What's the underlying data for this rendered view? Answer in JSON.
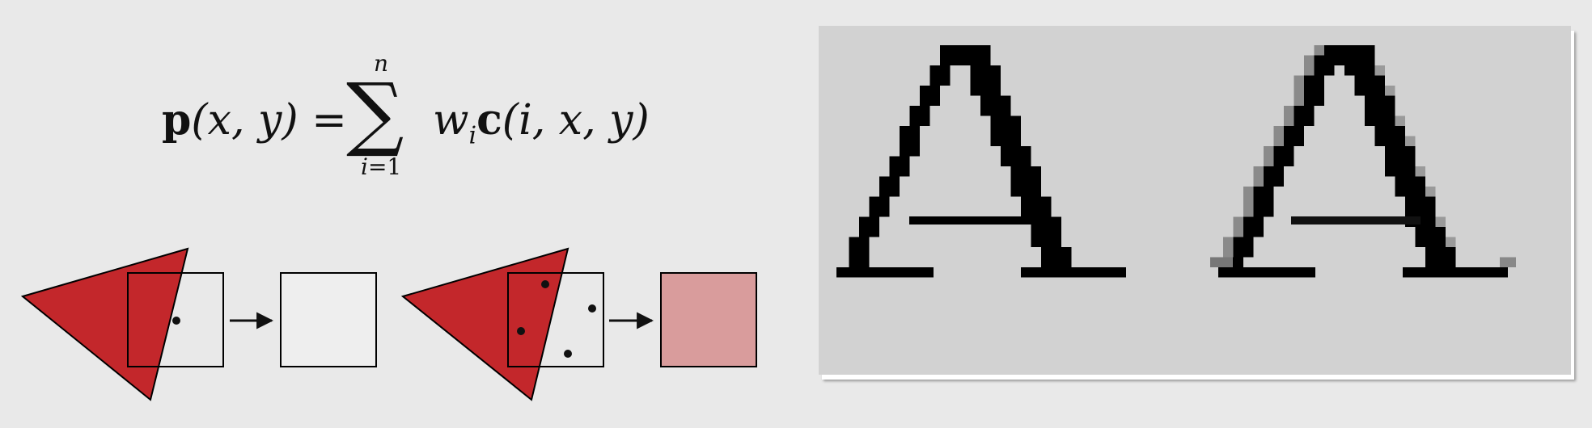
{
  "formula": {
    "lhs_p": "p",
    "lhs_args": "(x, y) =",
    "sigma": "∑",
    "upper": "n",
    "lower_var": "i",
    "lower_rest": "=1",
    "rhs_w": "w",
    "rhs_sub": "i",
    "rhs_c": "c",
    "rhs_args": "(i, x, y)"
  },
  "colors": {
    "triangle": "#c3272b",
    "blended_pixel": "#d99c9c",
    "background": "#e9e9e9",
    "panel": "#d2d2d2"
  },
  "diagram": {
    "left": {
      "samples": 1,
      "covered_samples": 0,
      "output_fill_fraction": 0.0
    },
    "right": {
      "samples": 4,
      "covered_samples": 2,
      "output_fill_fraction": 0.5
    }
  },
  "aa_comparison": {
    "letter": "A",
    "panels": [
      "aliased",
      "anti-aliased"
    ]
  }
}
